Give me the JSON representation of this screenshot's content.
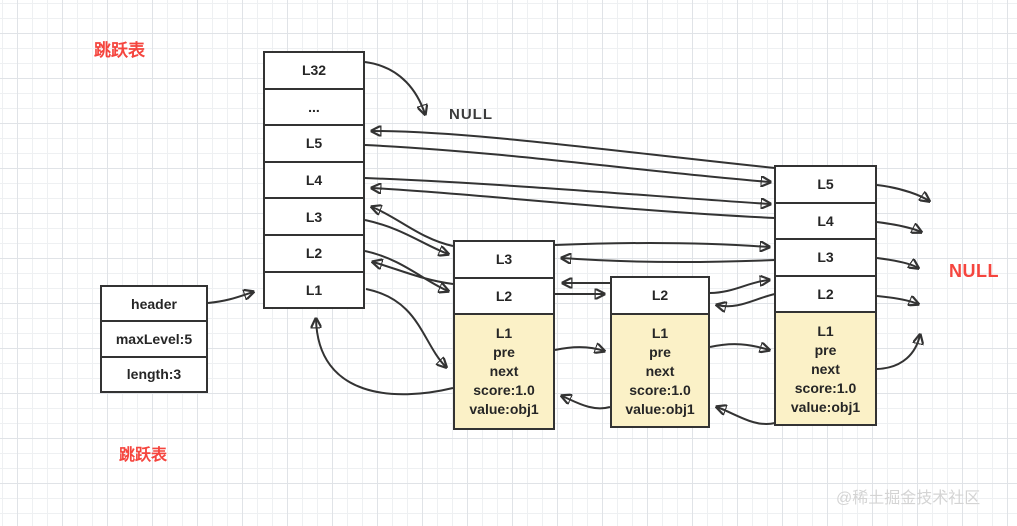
{
  "diagram": {
    "title_top": "跳跃表",
    "title_bottom": "跳跃表",
    "null_top_label": "NULL",
    "null_right_label": "NULL",
    "watermark": "@稀土掘金技术社区"
  },
  "colors": {
    "accent_red": "#f5453e",
    "node_highlight_fill": "#fbf1c7",
    "box_border": "#333333",
    "arrow_line": "#333333",
    "grid_line": "#eef0f2"
  },
  "header_info": {
    "rows": [
      "header",
      "maxLevel:5",
      "length:3"
    ]
  },
  "head_stack": {
    "levels": [
      "L32",
      "...",
      "L5",
      "L4",
      "L3",
      "L2",
      "L1"
    ]
  },
  "nodes": [
    {
      "levels": [
        "L3",
        "L2"
      ],
      "record": [
        "L1",
        "pre",
        "next",
        "score:1.0",
        "value:obj1"
      ]
    },
    {
      "levels": [
        "L2"
      ],
      "record": [
        "L1",
        "pre",
        "next",
        "score:1.0",
        "value:obj1"
      ]
    },
    {
      "levels": [
        "L5",
        "L4",
        "L3",
        "L2"
      ],
      "record": [
        "L1",
        "pre",
        "next",
        "score:1.0",
        "value:obj1"
      ]
    }
  ]
}
